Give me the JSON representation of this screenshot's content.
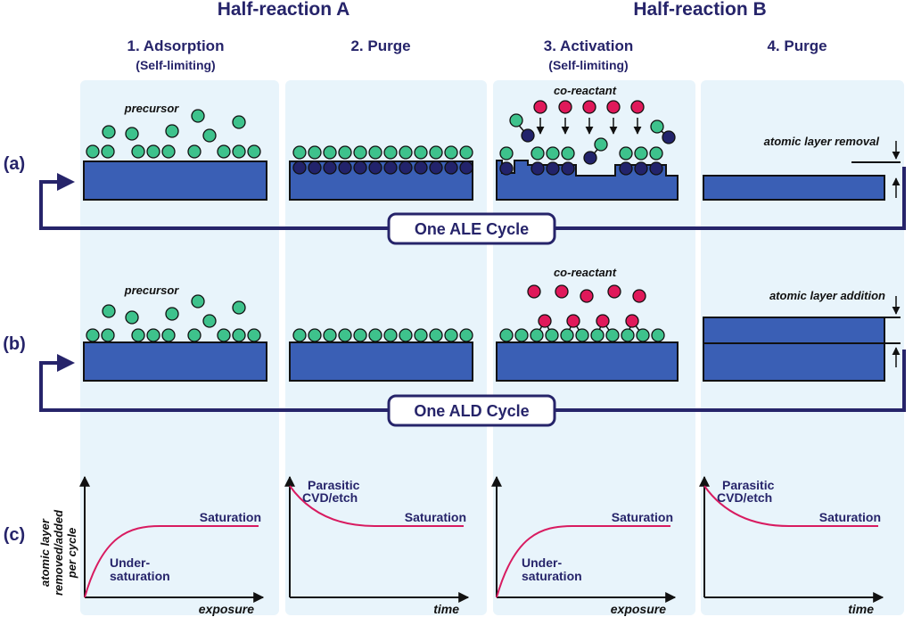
{
  "headers": {
    "half_a": "Half-reaction A",
    "half_b": "Half-reaction B"
  },
  "steps": [
    {
      "title": "1. Adsorption",
      "sub": "(Self-limiting)"
    },
    {
      "title": "2. Purge",
      "sub": ""
    },
    {
      "title": "3. Activation",
      "sub": "(Self-limiting)"
    },
    {
      "title": "4. Purge",
      "sub": ""
    }
  ],
  "rows": {
    "a": "(a)",
    "b": "(b)",
    "c": "(c)"
  },
  "labels": {
    "precursor": "precursor",
    "co_reactant": "co-reactant",
    "atomic_layer_removal": "atomic layer removal",
    "atomic_layer_addition": "atomic layer addition",
    "ale_cycle": "One ALE Cycle",
    "ald_cycle": "One ALD Cycle"
  },
  "graphs": {
    "ylabel_line1": "atomic layer",
    "ylabel_line2": "removed/added",
    "ylabel_line3": "per cycle",
    "panels": [
      {
        "type": "saturation",
        "xlabel": "exposure",
        "lines": [
          "Under-",
          "saturation"
        ],
        "sat": "Saturation"
      },
      {
        "type": "purge",
        "xlabel": "time",
        "lines": [
          "Parasitic",
          "CVD/etch"
        ],
        "sat": "Saturation"
      },
      {
        "type": "saturation",
        "xlabel": "exposure",
        "lines": [
          "Under-",
          "saturation"
        ],
        "sat": "Saturation"
      },
      {
        "type": "purge",
        "xlabel": "time",
        "lines": [
          "Parasitic",
          "CVD/etch"
        ],
        "sat": "Saturation"
      }
    ]
  },
  "colors": {
    "panel_bg": "#e8f4fb",
    "substrate": "#3a5fb5",
    "green": "#3ec28c",
    "red": "#e0195a",
    "navy": "#22236b",
    "curve": "#d81b60"
  }
}
